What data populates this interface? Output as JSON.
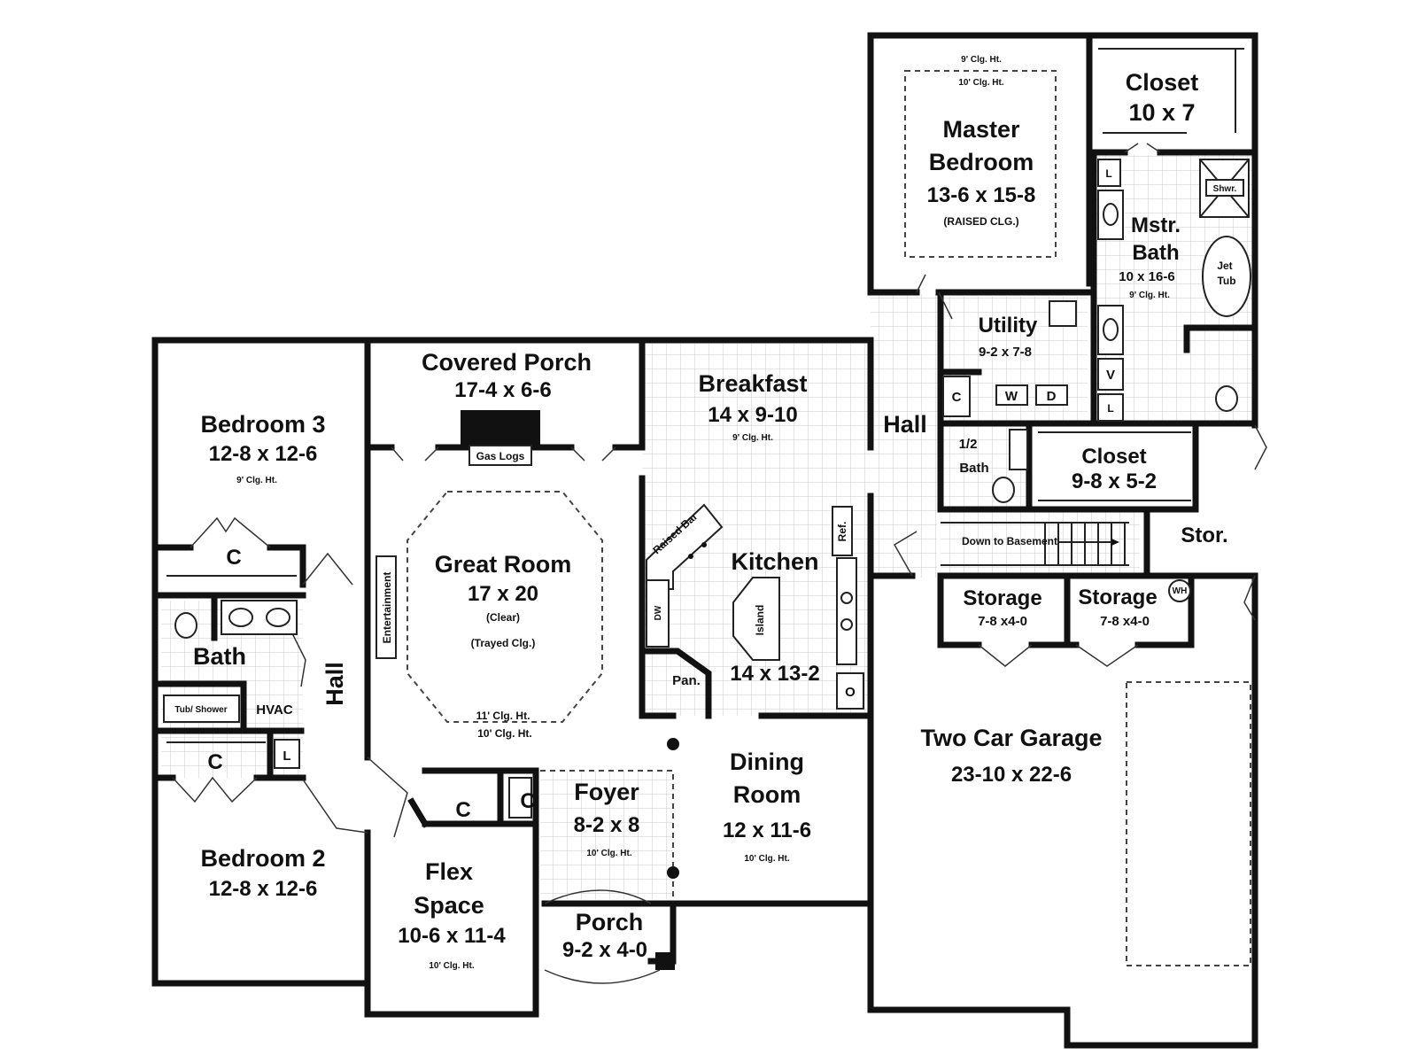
{
  "rooms": {
    "master": {
      "name1": "Master",
      "name2": "Bedroom",
      "dims": "13-6 x 15-8",
      "note": "(RAISED CLG.)",
      "clg1": "9' Clg. Ht.",
      "clg2": "10' Clg. Ht."
    },
    "closet_master": {
      "name": "Closet",
      "dims": "10 x 7"
    },
    "mstr_bath": {
      "name1": "Mstr.",
      "name2": "Bath",
      "dims": "10 x 16-6",
      "clg": "9' Clg. Ht."
    },
    "utility": {
      "name": "Utility",
      "dims": "9-2  x 7-8"
    },
    "covered_porch": {
      "name": "Covered Porch",
      "dims": "17-4 x 6-6"
    },
    "breakfast": {
      "name": "Breakfast",
      "dims": "14 x 9-10",
      "clg": "9' Clg. Ht."
    },
    "hall_upper": {
      "name": "Hall"
    },
    "half_bath": {
      "name1": "1/2",
      "name2": "Bath"
    },
    "closet_mid": {
      "name": "Closet",
      "dims": "9-8 x 5-2"
    },
    "bedroom3": {
      "name": "Bedroom 3",
      "dims": "12-8 x 12-6",
      "clg": "9' Clg. Ht."
    },
    "great_room": {
      "name": "Great Room",
      "dims": "17 x 20",
      "note1": "(Clear)",
      "note2": "(Trayed Clg.)",
      "clg1": "11' Clg. Ht.",
      "clg2": "10' Clg. Ht."
    },
    "kitchen": {
      "name": "Kitchen",
      "dims": "14 x 13-2"
    },
    "stor": {
      "name": "Stor."
    },
    "storage1": {
      "name": "Storage",
      "dims": "7-8 x4-0"
    },
    "storage2": {
      "name": "Storage",
      "dims": "7-8 x4-0"
    },
    "bath": {
      "name": "Bath"
    },
    "hall_left": {
      "name": "Hall"
    },
    "garage": {
      "name": "Two Car Garage",
      "dims": "23-10 x 22-6"
    },
    "dining": {
      "name1": "Dining",
      "name2": "Room",
      "dims": "12 x 11-6",
      "clg": "10' Clg. Ht."
    },
    "foyer": {
      "name": "Foyer",
      "dims": "8-2 x 8",
      "clg": "10' Clg. Ht."
    },
    "bedroom2": {
      "name": "Bedroom 2",
      "dims": "12-8 x 12-6"
    },
    "flex": {
      "name1": "Flex",
      "name2": "Space",
      "dims": "10-6 x 11-4",
      "clg": "10' Clg. Ht."
    },
    "porch": {
      "name": "Porch",
      "dims": "9-2 x 4-0"
    }
  },
  "fixtures": {
    "gas_logs": "Gas Logs",
    "entertainment": "Entertainment",
    "raised_bar": "Raised Bar",
    "island": "Island",
    "dw": "DW",
    "ref": "Ref.",
    "pan": "Pan.",
    "oven": "O",
    "washer": "W",
    "dryer": "D",
    "closet_c": "C",
    "shower": "Shwr.",
    "jet_tub1": "Jet",
    "jet_tub2": "Tub",
    "linen": "L",
    "vanity": "V",
    "hvac": "HVAC",
    "tub_shower": "Tub/ Shower",
    "down_basement": "Down to Basement",
    "water_heater": "WH"
  }
}
